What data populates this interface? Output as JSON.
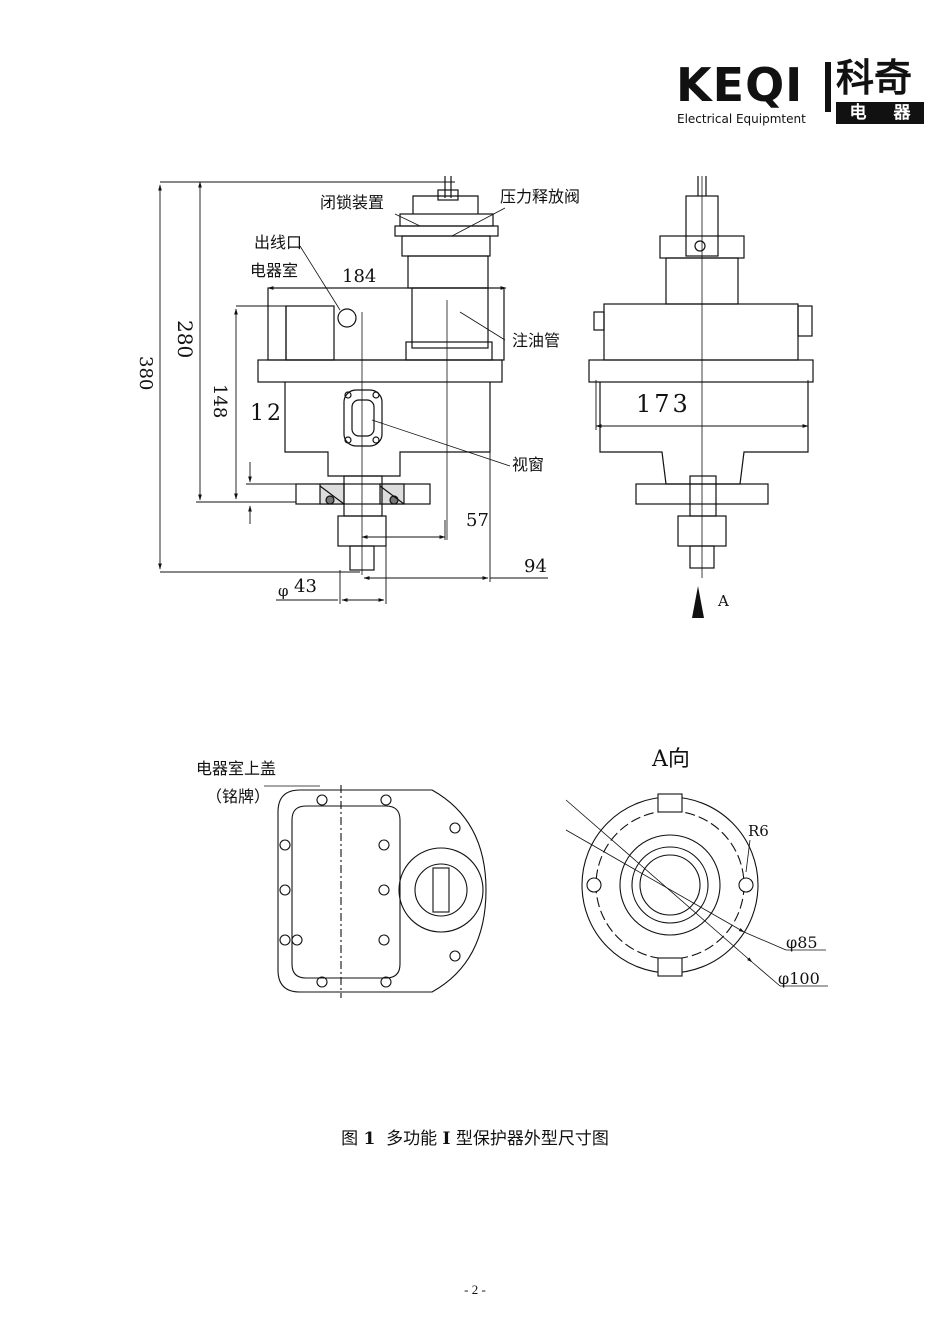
{
  "logo": {
    "brand": "KEQI",
    "brand_cn": "科奇",
    "badge": [
      "电",
      "器"
    ],
    "subtitle": "Electrical Equipmtent"
  },
  "labels": {
    "lock_device": "闭锁装置",
    "pressure_valve": "压力释放阀",
    "outlet": "出线口",
    "electrical_room": "电器室",
    "oil_pipe": "注油管",
    "sight_window": "视窗",
    "cover": "电器室上盖",
    "nameplate": "（铭牌）",
    "view_a_marker": "A",
    "view_a_title": "A向"
  },
  "dimensions": {
    "d184": "184",
    "d173": "173",
    "d12": "12",
    "d57": "57",
    "d94": "94",
    "d43": "43",
    "phi": "φ",
    "d280": "280",
    "d380": "380",
    "d148": "148",
    "r6": "R6",
    "phi85": "φ85",
    "phi100": "φ100"
  },
  "caption": {
    "prefix": "图",
    "number": "1",
    "text_a": "多功能",
    "roman": "I",
    "text_b": "型保护器外型尺寸图"
  },
  "page_number": "- 2 -"
}
